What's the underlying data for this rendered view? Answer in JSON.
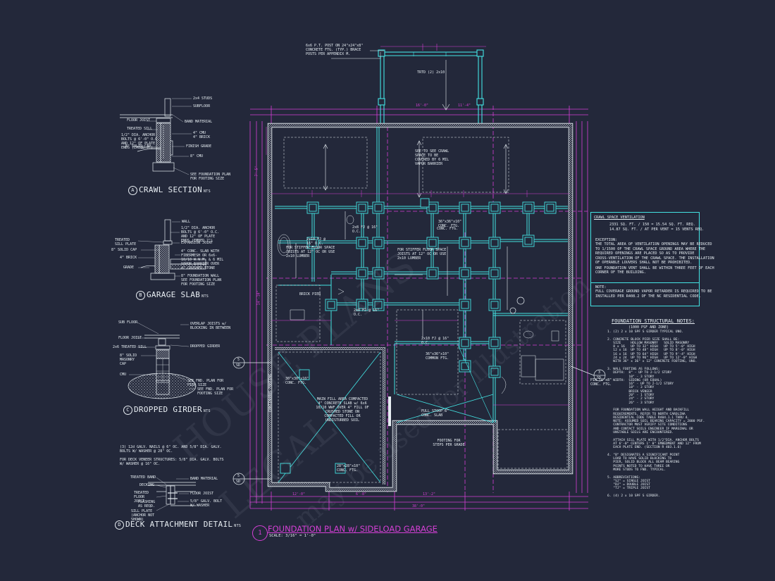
{
  "plan": {
    "title_number": "1",
    "title": "FOUNDATION PLAN w/ SIDELOAD GARAGE",
    "scale": "SCALE: 3/16\" = 1'-0\"",
    "post_note": "6x6 P.T. POST ON 24\"x24\"x8\"\nCONCRETE FTG. (TYP.) BRACE\nPOSTS PER APPENDIX M.",
    "porch_label": "TRTD (2) 2x10",
    "dims_top": [
      "16'-0\"",
      "11'-4\""
    ],
    "dims_bottom": [
      "12'-0\"",
      "6'-8\"",
      "13'-2\"",
      "38'-0\""
    ],
    "dims_left": [
      "7'-5\"",
      "14'-10\""
    ],
    "labels": [
      "2x8 FJ @ 16\" O.C.",
      "CONC. FTG.",
      "2x10 FJ @ 16\" O.C.",
      "36\"x36\"x10\" CONC. FTG.",
      "FOR STIFFER FLOOR SPACE JOISTS AT 12\" OC OR USE 2x10 LUMBER",
      "FOR STIFFER FLOOR SPACE JOISTS AT 12\" OC OR USE 2x10 LUMBER",
      "SEE TO SEE CRAWL SPACE TO BE COVERED BY 6 MIL VAPOR BARRIER",
      "CONTINUOUS FOOTING",
      "BRICK PIER",
      "MAIN FILL AREA COMPACTED 4\" CONCRETE SLAB w/ 6x6 10/10 WWF OVER 4\" FILL OF CRUSHED STONE ON COMPACTED FILL OR UNDISTURBED SOIL",
      "FULL STOOP 6\" CONC. SLAB",
      "FOOTING FOR STEPS PER GRADE",
      "36\"x36\"x10\" COMMON FTG.",
      "30\"x30\"x10\" CONC. FTG.",
      "28\"x28\"x10\" CONC. FTG.",
      "PIN 16\"x8\" CONC. FTG.",
      "2x10 FJ @ 16\" O.C.",
      "2x8 FJ @ 16\" O.C."
    ],
    "section_tags": [
      {
        "num": "5",
        "sheet": "SD"
      },
      {
        "num": "5",
        "sheet": "SD"
      },
      {
        "num": "3",
        "sheet": "SD"
      }
    ]
  },
  "details": [
    {
      "letter": "A",
      "title": "CRAWL SECTION",
      "nts": "NTS",
      "notes": [
        "2x4 STUDS",
        "SUBFLOOR",
        "FLOOR JOIST",
        "BAND MATERIAL",
        "TREATED SILL",
        "1/2\" DIA. ANCHOR BOLTS @ 6'-0\" O.C. AND 12\" OF PLATE ENDS (EMBED 7\")",
        "4\" CMU",
        "4\" BRICK",
        "8\" SOLID CAP",
        "FINISH GRADE",
        "8\" CMU",
        "SEE FOUNDATION PLAN FOR FOOTING SIZE"
      ]
    },
    {
      "letter": "B",
      "title": "GARAGE SLAB",
      "nts": "NTS",
      "notes": [
        "WALL",
        "TREATED SILL PLATE",
        "1/2\" DIA. ANCHOR BOLTS @ 6'-0\" O.C. AND 12\" OF PLATE ENDS (EMBED 7\")",
        "EXPANSION JOINT",
        "8\" SOLID CAP",
        "4\" CONC. SLAB WITH FIBERMESH OR 6x6-10/10 W.W.M. & 6 MIL VAPOR BARRIER OVER 4\" CRUSHED STONE",
        "4\" BRICK",
        "GRADE",
        "8\" FOUNDATION WALL",
        "SEE FOUNDATION PLAN FOR FOOTING SIZE"
      ]
    },
    {
      "letter": "C",
      "title": "DROPPED GIRDER",
      "nts": "NTS",
      "notes": [
        "SUB FLOOR",
        "OVERLAP JOISTS w/ BLOCKING IN BETWEEN",
        "FLOOR JOIST",
        "DROPPED GIRDER",
        "2x6 TREATED SILL",
        "8\" SOLID MASONRY CAP",
        "CMU",
        "SEE FND. PLAN FOR PIER SIZE",
        "SEE FND. PLAN FOR FOOTING SIZE"
      ]
    },
    {
      "letter": "D",
      "title": "DECK ATTACHMENT DETAIL",
      "nts": "NTS",
      "notes": [
        "(3) 12d GALV. NAILS @ 6\" OC. AND 5/8\" DIA. GALV. BOLTS W/ WASHER @ 28\" OC.",
        "FOR DECK VENEER STRUCTURES: 5/8\" DIA. GALV. BOLTS W/ WASHER @ 16\" OC.",
        "TREATED BAND",
        "BAND MATERIAL",
        "DECKING",
        "TREATED FLOOR JOIST",
        "FLOOR JOIST",
        "FLASHING AS REQD.",
        "5/8\" GALV. BOLT W/ WASHER",
        "SILL PLATE (ANCHOR NOT SHOWN)"
      ]
    }
  ],
  "vent_box": {
    "title": "CRAWL SPACE VENTILATION",
    "calc_1": "2331 SQ. FT. / 150 = 15.54 SQ. FT. REQ.",
    "calc_2": "14.87 SQ. FT. / AT PER VENT = 15 VENTS REQ.",
    "exception": "EXCEPTION:\nTHE TOTAL AREA OF VENTILATION OPENINGS MAY BE REDUCED\nTO 1/1500 OF THE CRAWL SPACE GROUND AREA WHERE THE\nREQUIRED OPENINGS ARE PLACED SO AS TO PROVIDE\nCROSS-VENTILATION OF THE CRAWL SPACE. THE INSTALLATION\nOF OPERABLE LOUVERS SHALL NOT BE PROHIBITED.",
    "corner": "ONE FOUNDATION VENT SHALL BE WITHIN THREE FEET OF EACH\nCORNER OF THE BUILDING.",
    "note": "NOTE:\nFULL COVERAGE GROUND VAPOR RETARDER IS REQUIRED TO BE\nINSTALLED PER R408.2 OF THE NC RESIDENTIAL CODE."
  },
  "structural_notes": {
    "title": "FOUNDATION STRUCTURAL NOTES:",
    "subtitle": "(1000 PSF AND ZONE)",
    "body": "1. (2) 2 x 10 SPF S GIRDER TYPICAL UNO.\n\n2. CONCRETE BLOCK PIER SIZE SHALL BE:\n   SIZE     HOLLOW MASONRY   SOLID MASONRY\n   8 x 16   UP TO 32\" HIGH   UP TO 5'-0\" HIGH\n   12 x 16  UP TO 48\" HIGH   UP TO 8'-0\" HIGH\n   16 x 16  UP TO 64\" HIGH   UP TO 9'-4\" HIGH\n   24 x 24  UP TO 96\" HIGH   UP TO 12'-0\" HIGH\n   WITH 36\" x 36\" x 12\" CONCRETE FOOTING, UNO.\n\n3. WALL FOOTING AS FOLLOWS:\n   DEPTH:  8\" - UP TO 2-1/2 STORY\n           10\" - 3 STORY\n   WIDTH:  SIDING (OR EQUAL)\n           16\" - UP TO 2-1/2 STORY\n           18\" - 3 STORY\n           BRICK VENEER\n           20\" - 1 STORY\n           24\" - 2 STORY\n           26\" - 3 STORY\n\n   FOR FOUNDATION WALL HEIGHT AND BACKFILL\n   REQUIREMENTS, REFER TO NORTH CAROLINA\n   RESIDENTIAL CODE TABLE R404.1.1 THRU 4.\n   NOTE: ASSUMED SOIL BEARING CAPACITY = 2000 PSF.\n   CONTRACTOR MUST VERIFY SITE CONDITIONS\n   AND CONTACT SOILS ENGINEER IF MARGINAL OR\n   UNSTABLE SOILS ARE ENCOUNTERED.\n\n   ATTACH SILL PLATE WITH 1/2\"DIA. ANCHOR BOLTS\n   AT 6'-0\" CENTERS 1' 0\" EMBEDMENT AND 12\" FROM\n   EACH PLATE END. (SECTION R 403.1.6)\n\n4. \"B\" DESIGNATES A SIGNIFICANT POINT\n   LOAD TO HAVE SOLID BLOCKING TO\n   PIER, SOLID BLOCK ALL BEAM BEARING\n   POINTS NOTED TO HAVE THREE OR\n   MORE STUDS TO FND. TYPICAL.\n\n5. ABBREVIATIONS:\n   \"SJ\" = SINGLE JOIST\n   \"DJ\" = DOUBLE JOIST\n   \"TJ\" = TRIPLE JOIST\n\n6. (4) 2 x 10 SPF S GIRDER."
  },
  "watermarks": [
    "HOUSE PLANS",
    "LEGAL",
    "may be used for illustration"
  ]
}
